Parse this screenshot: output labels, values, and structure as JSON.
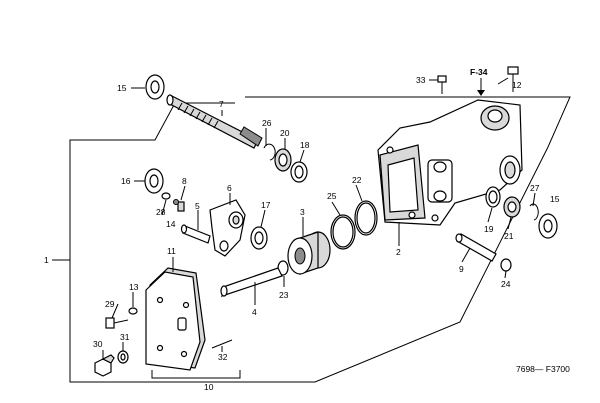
{
  "ref_label": "F-34",
  "drawing_code": "7698— F3700",
  "callouts": [
    "1",
    "2",
    "3",
    "4",
    "5",
    "6",
    "7",
    "8",
    "9",
    "10",
    "11",
    "12",
    "13",
    "14",
    "15",
    "15",
    "16",
    "17",
    "18",
    "19",
    "20",
    "21",
    "22",
    "23",
    "24",
    "25",
    "26",
    "27",
    "28",
    "29",
    "30",
    "31",
    "32",
    "33"
  ]
}
